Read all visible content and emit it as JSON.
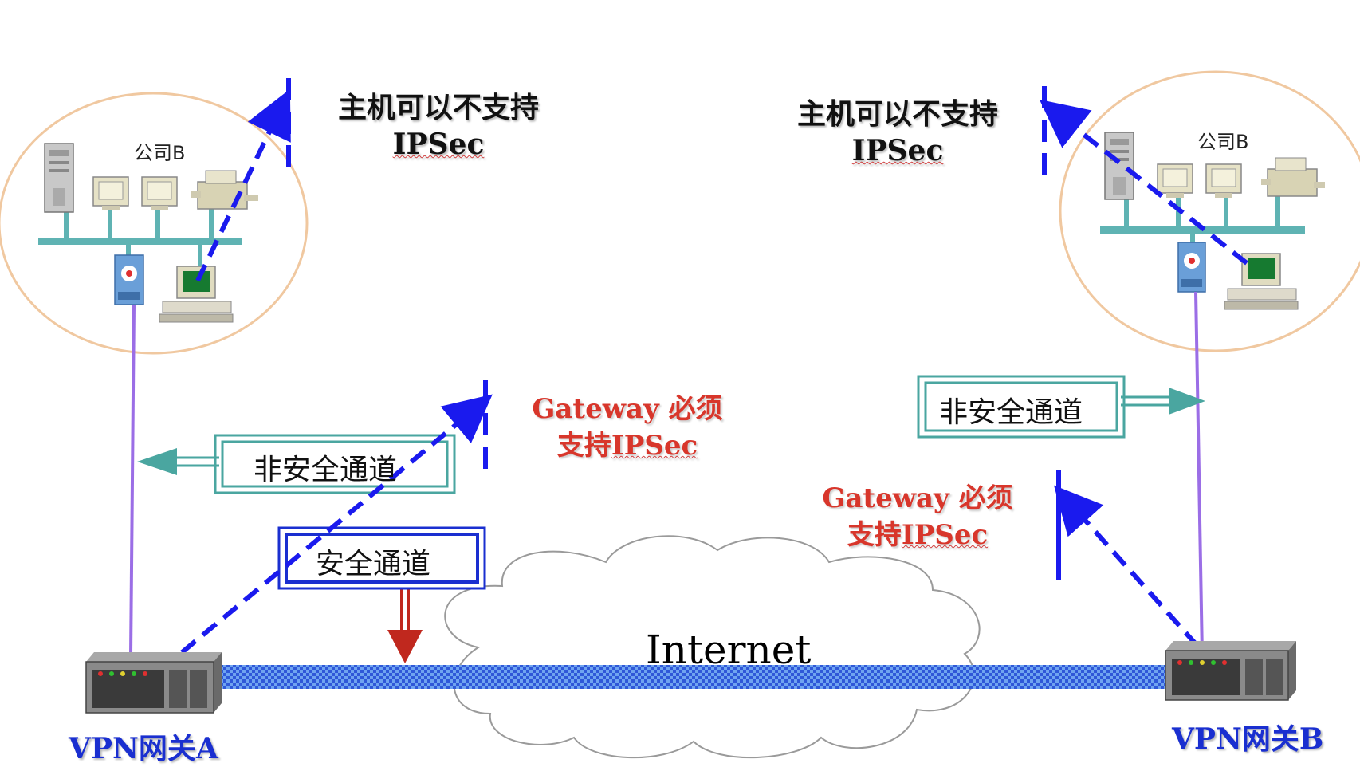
{
  "left_site": {
    "company_label": "公司B",
    "host_note_line1": "主机可以不支持",
    "host_note_line2": "IPSec"
  },
  "right_site": {
    "company_label": "公司B",
    "host_note_line1": "主机可以不支持",
    "host_note_line2": "IPSec"
  },
  "channels": {
    "unsafe_left": "非安全通道",
    "unsafe_right": "非安全通道",
    "safe": "安全通道"
  },
  "gateway_notes": {
    "left_line1": "Gateway 必须",
    "left_line2_prefix": "支持",
    "left_line2_en": "IPSec",
    "right_line1": "Gateway 必须",
    "right_line2_prefix": "支持",
    "right_line2_en": "IPSec"
  },
  "cloud_label": "Internet",
  "gateways": {
    "a": "VPN网关A",
    "b": "VPN网关B"
  },
  "colors": {
    "dash_arrow": "#1a1aee",
    "lan_bus": "#5fb3b3",
    "uplink": "#9b6ee6",
    "unsafe_box": "#4aa6a0",
    "safe_box": "#1a2fd0",
    "red_arrow": "#c0281e",
    "circle": "#f0c8a0",
    "tunnel": "#3d6ad8"
  }
}
